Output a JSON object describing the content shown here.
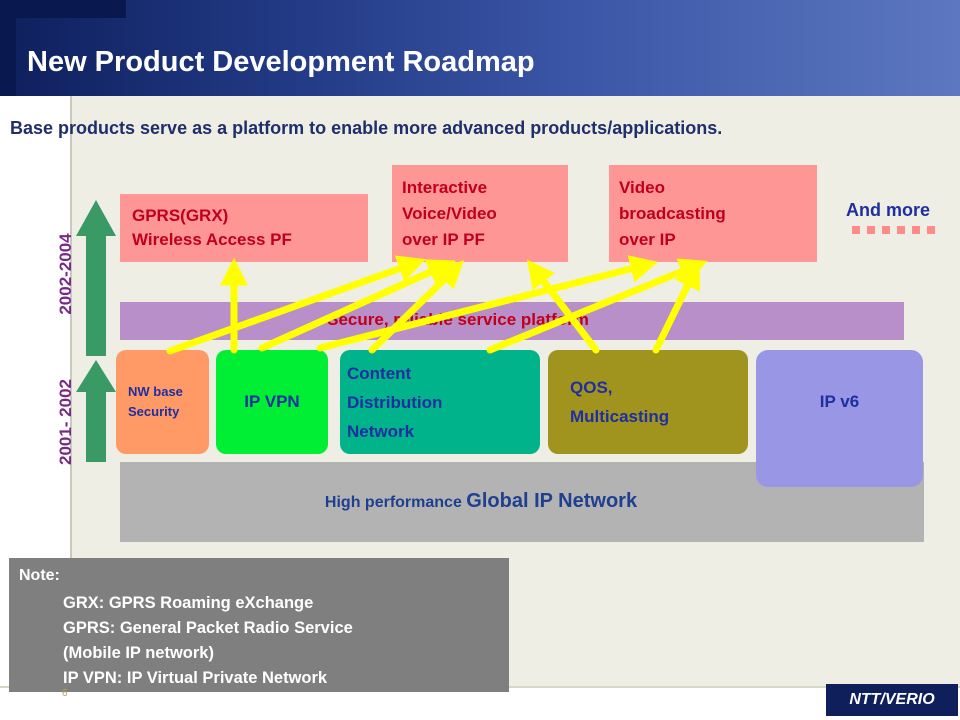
{
  "slide": {
    "title": "New Product Development Roadmap",
    "subtitle": "Base products serve as a platform to enable more advanced products/applications."
  },
  "advanced_products": [
    {
      "lines": [
        "GPRS(GRX)",
        "Wireless Access PF"
      ]
    },
    {
      "lines": [
        "Interactive",
        "Voice/Video",
        "over IP PF"
      ]
    },
    {
      "lines": [
        "Video",
        "broadcasting",
        "over IP"
      ]
    }
  ],
  "and_more": "And more",
  "platform_label": "Secure, reliable service platform",
  "base_products": [
    {
      "lines": [
        "NW base",
        "Security"
      ]
    },
    {
      "lines": [
        "IP VPN"
      ]
    },
    {
      "lines": [
        "Content",
        "Distribution",
        "Network"
      ]
    },
    {
      "lines": [
        "QOS,",
        "Multicasting"
      ]
    },
    {
      "lines": [
        "IP v6"
      ]
    }
  ],
  "network": {
    "prefix": "High performance",
    "main": "Global IP Network"
  },
  "timeline": {
    "phase1": "2001- 2002",
    "phase2": "2002-2004"
  },
  "note": {
    "title": "Note:",
    "lines": [
      "GRX: GPRS Roaming eXchange",
      "GPRS: General Packet Radio Service",
      "(Mobile IP network)",
      "IP VPN: IP Virtual Private Network"
    ]
  },
  "page_number": "6",
  "logo": "NTT/VERIO",
  "colors": {
    "header_dark": "#0e1f5c",
    "slide_bg": "#eeeee4",
    "advanced_box": "#ff9696",
    "platform_bar": "#b98fc9",
    "network_band": "#b3b3b3",
    "nw_security": "#ff9a66",
    "ip_vpn": "#00ee33",
    "cdn": "#00b38a",
    "qos": "#a0941e",
    "ipv6": "#9a96e6",
    "arrow_yellow": "#ffff00",
    "arrow_green": "#3a9a66",
    "note_box": "#7f7f7f"
  }
}
